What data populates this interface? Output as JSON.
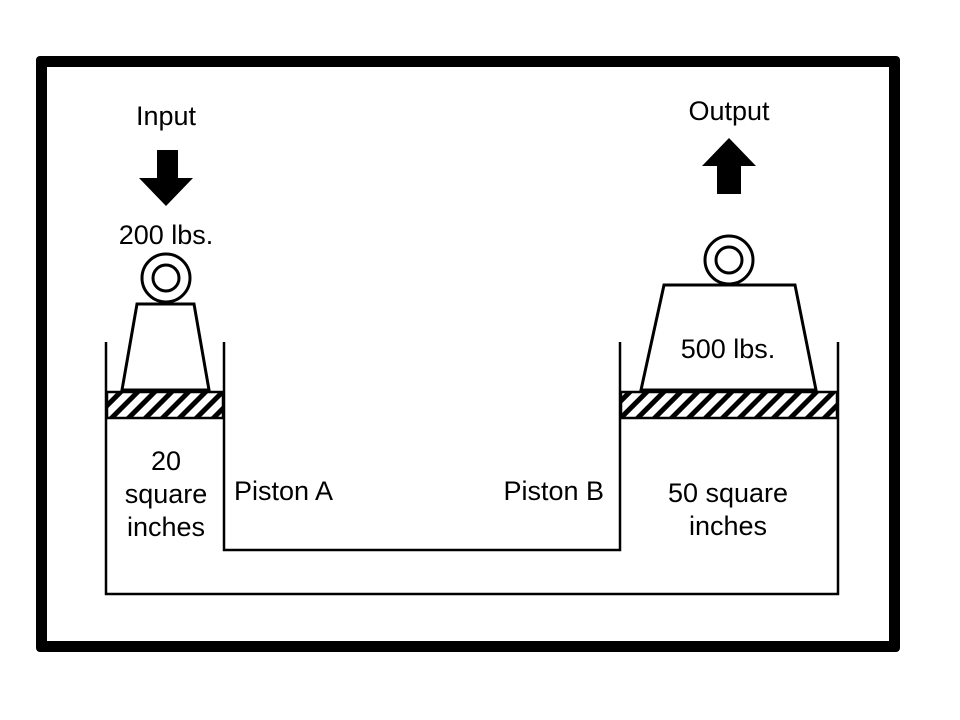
{
  "labels": {
    "input": "Input",
    "output": "Output",
    "input_weight": "200 lbs.",
    "output_weight": "500 lbs.",
    "area_a": [
      "20",
      "square",
      "inches"
    ],
    "area_b": [
      "50 square",
      "inches"
    ],
    "piston_a": "Piston A",
    "piston_b": "Piston B"
  },
  "colors": {
    "ink": "#000000",
    "background": "#ffffff"
  },
  "icons": {
    "input_arrow": "arrow-down-icon",
    "output_arrow": "arrow-up-icon"
  }
}
